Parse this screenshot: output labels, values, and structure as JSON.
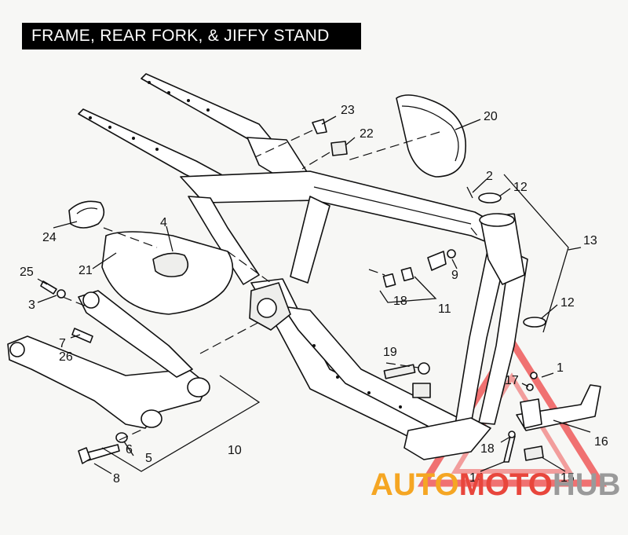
{
  "title": "FRAME, REAR FORK, & JIFFY STAND",
  "callouts": [
    {
      "id": "c1",
      "label": "1"
    },
    {
      "id": "c2",
      "label": "2"
    },
    {
      "id": "c3",
      "label": "3"
    },
    {
      "id": "c4",
      "label": "4"
    },
    {
      "id": "c5",
      "label": "5"
    },
    {
      "id": "c6",
      "label": "6"
    },
    {
      "id": "c7",
      "label": "7"
    },
    {
      "id": "c8",
      "label": "8"
    },
    {
      "id": "c9",
      "label": "9"
    },
    {
      "id": "c10",
      "label": "10"
    },
    {
      "id": "c11",
      "label": "11"
    },
    {
      "id": "c12a",
      "label": "12"
    },
    {
      "id": "c12b",
      "label": "12"
    },
    {
      "id": "c13",
      "label": "13"
    },
    {
      "id": "c14",
      "label": "14"
    },
    {
      "id": "c15",
      "label": "15"
    },
    {
      "id": "c16",
      "label": "16"
    },
    {
      "id": "c17",
      "label": "17"
    },
    {
      "id": "c18a",
      "label": "18"
    },
    {
      "id": "c18b",
      "label": "18"
    },
    {
      "id": "c19",
      "label": "19"
    },
    {
      "id": "c20",
      "label": "20"
    },
    {
      "id": "c21",
      "label": "21"
    },
    {
      "id": "c22",
      "label": "22"
    },
    {
      "id": "c23",
      "label": "23"
    },
    {
      "id": "c24",
      "label": "24"
    },
    {
      "id": "c25",
      "label": "25"
    },
    {
      "id": "c26",
      "label": "26"
    }
  ],
  "watermark": {
    "part1": "AUTO",
    "part2": "MOTO",
    "part3": "HUB",
    "color1": "#f5a623",
    "color2": "#e8463c",
    "color3": "#9a9a9a"
  }
}
